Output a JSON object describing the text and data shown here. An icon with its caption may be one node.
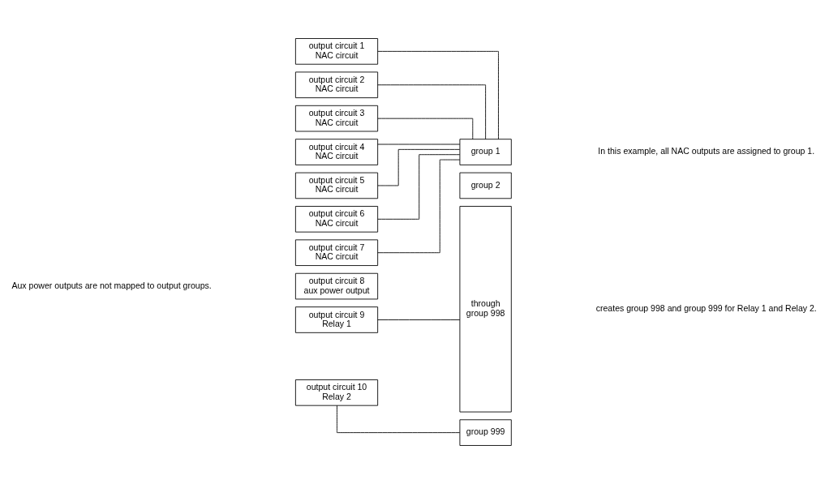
{
  "diagram": {
    "nodes": [
      {
        "text": [
          "output circuit 1",
          "NAC circuit"
        ]
      },
      {
        "text": [
          "output circuit 2",
          "NAC circuit"
        ]
      },
      {
        "text": [
          "output circuit 3",
          "NAC circuit"
        ]
      },
      {
        "text": [
          "output circuit 4",
          "NAC circuit"
        ]
      },
      {
        "text": [
          "output circuit 5",
          "NAC circuit"
        ]
      },
      {
        "text": [
          "output circuit 6",
          "NAC circuit"
        ]
      },
      {
        "text": [
          "output circuit 7",
          "NAC circuit"
        ]
      },
      {
        "text": [
          "output circuit 8",
          "aux power output"
        ]
      },
      {
        "text": [
          "output circuit 9",
          "Relay 1"
        ]
      },
      {
        "text": [
          "output circuit 10",
          "Relay 2"
        ]
      },
      {
        "text": [
          "group 1"
        ]
      },
      {
        "text": [
          "group 2"
        ]
      },
      {
        "text": [
          "through",
          "group 998"
        ]
      },
      {
        "text": [
          "group 999"
        ]
      }
    ],
    "edges": [
      {
        "from": 0,
        "to": 10,
        "arrow": "none"
      },
      {
        "from": 1,
        "to": 10,
        "arrow": "none"
      },
      {
        "from": 2,
        "to": 10,
        "arrow": "none"
      },
      {
        "from": 3,
        "to": 10,
        "arrow": "none"
      },
      {
        "from": 4,
        "to": 10,
        "arrow": "none"
      },
      {
        "from": 5,
        "to": 10,
        "arrow": "none"
      },
      {
        "from": 6,
        "to": 10,
        "arrow": "none"
      },
      {
        "from": 8,
        "to": 12,
        "arrow": "none"
      },
      {
        "from": 9,
        "to": 13,
        "arrow": "none"
      }
    ],
    "labels": [
      "In this example, all NAC outputs are assigned to group 1.",
      "Aux power outputs are not mapped to output groups.",
      "creates group 998 and group 999 for Relay 1 and Relay 2."
    ]
  }
}
